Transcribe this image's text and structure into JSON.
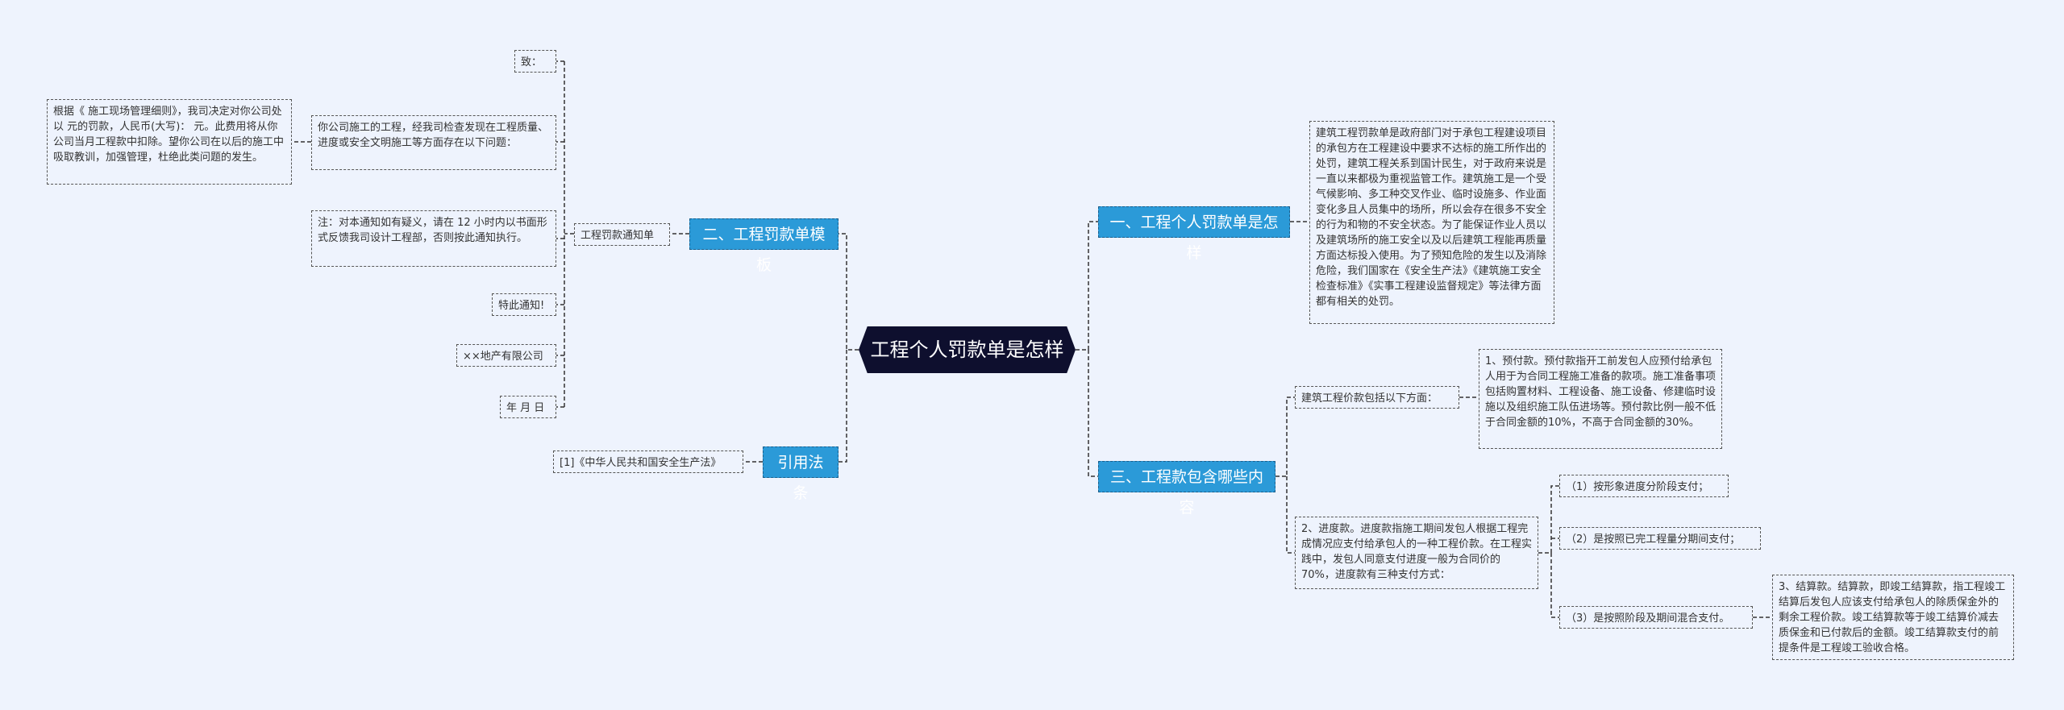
{
  "root": "工程个人罚款单是怎样",
  "branches": {
    "b1": "一、工程个人罚款单是怎样",
    "b2": "二、工程罚款单模板",
    "b3": "三、工程款包含哪些内容",
    "b4": "引用法条"
  },
  "b1_text": "建筑工程罚款单是政府部门对于承包工程建设项目的承包方在工程建设中要求不达标的施工所作出的处罚，建筑工程关系到国计民生，对于政府来说是一直以来都极为重视监管工作。建筑施工是一个受气候影响、多工种交叉作业、临时设施多、作业面变化多且人员集中的场所，所以会存在很多不安全的行为和物的不安全状态。为了能保证作业人员以及建筑场所的施工安全以及以后建筑工程能再质量方面达标投入使用。为了预知危险的发生以及消除危险，我们国家在《安全生产法》《建筑施工安全检查标准》《实事工程建设监督规定》等法律方面都有相关的处罚。",
  "b2": {
    "notice": "工程罚款通知单",
    "to": "致：",
    "body": "你公司施工的工程，经我司检查发现在工程质量、进度或安全文明施工等方面存在以下问题：",
    "penalty": "根据《 施工现场管理细则》，我司决定对你公司处以 元的罚款，人民币(大写)： 元。此费用将从你公司当月工程款中扣除。望你公司在以后的施工中吸取教训，加强管理，杜绝此类问题的发生。",
    "note": "注：对本通知如有疑义，请在 12 小时内以书面形式反馈我司设计工程部，否则按此通知执行。",
    "special": "特此通知!",
    "company": "××地产有限公司",
    "date": "年 月 日"
  },
  "b3": {
    "intro": "建筑工程价款包括以下方面：",
    "prepay": "1、预付款。预付款指开工前发包人应预付给承包人用于为合同工程施工准备的款项。施工准备事项包括购置材料、工程设备、施工设备、修建临时设施以及组织施工队伍进场等。预付款比例一般不低于合同金额的10%，不高于合同金额的30%。",
    "progress": "2、进度款。进度款指施工期间发包人根据工程完成情况应支付给承包人的一种工程价款。在工程实践中，发包人同意支付进度一般为合同价的70%，进度款有三种支付方式：",
    "pay1": "（1）按形象进度分阶段支付；",
    "pay2": "（2）是按照已完工程量分期间支付；",
    "pay3": "（3）是按照阶段及期间混合支付。",
    "settle": "3、结算款。结算款，即竣工结算款，指工程竣工结算后发包人应该支付给承包人的除质保金外的剩余工程价款。竣工结算款等于竣工结算价减去质保金和已付款后的金额。竣工结算款支付的前提条件是工程竣工验收合格。"
  },
  "b4_law": "[1]《中华人民共和国安全生产法》",
  "colors": {
    "background": "#eef3fd",
    "branch": "#2b9ad8",
    "root": "#0e0f2e",
    "line": "#333333"
  }
}
